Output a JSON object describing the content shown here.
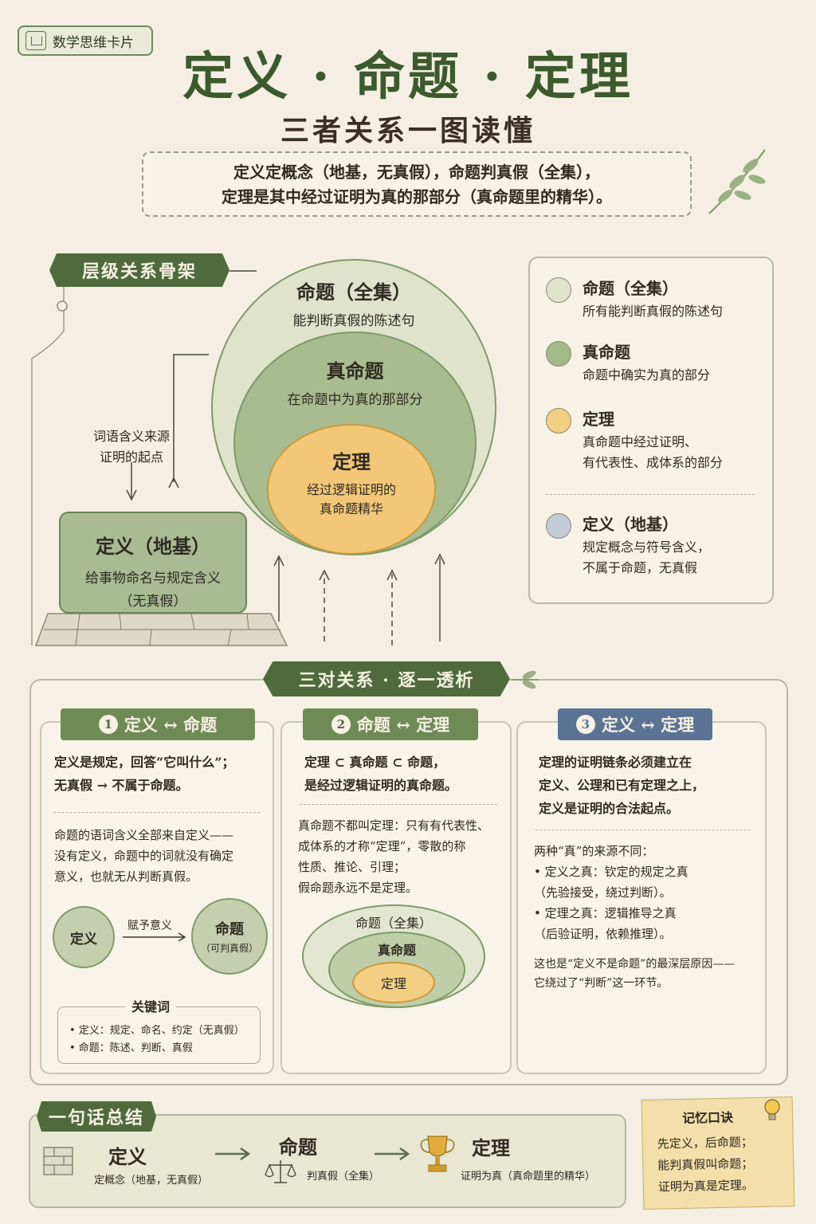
{
  "header": {
    "tag": "数学思维卡片",
    "title": "定义 · 命题 · 定理",
    "subtitle": "三者关系一图读懂",
    "summary_line1": "定义定概念（地基，无真假），命题判真假（全集），",
    "summary_line2": "定理是其中经过证明为真的那部分（真命题里的精华）。"
  },
  "hierarchy": {
    "banner": "层级关系骨架",
    "outer_title": "命题（全集）",
    "outer_desc": "能判断真假的陈述句",
    "middle_title": "真命题",
    "middle_desc": "在命题中为真的那部分",
    "inner_title": "定理",
    "inner_desc_1": "经过逻辑证明的",
    "inner_desc_2": "真命题精华",
    "side_note_1": "词语含义来源",
    "side_note_2": "证明的起点",
    "def_title": "定义（地基）",
    "def_desc": "给事物命名与规定含义",
    "def_note": "（无真假）"
  },
  "legend": [
    {
      "title": "命题（全集）",
      "desc1": "所有能判断真假的陈述句",
      "desc2": "",
      "color": "#dfe3cc"
    },
    {
      "title": "真命题",
      "desc1": "命题中确实为真的部分",
      "desc2": "",
      "color": "#a3b98a"
    },
    {
      "title": "定理",
      "desc1": "真命题中经过证明、",
      "desc2": "有代表性、成体系的部分",
      "color": "#f3cf83"
    },
    {
      "title": "定义（地基）",
      "desc1": "规定概念与符号含义，",
      "desc2": "不属于命题，无真假",
      "color": "#c4cbd6"
    }
  ],
  "relations": {
    "banner": "三对关系 · 逐一透析",
    "panel1": {
      "num": "1",
      "head": "定义 ↔ 命题",
      "bold1": "定义是规定，回答“它叫什么”；",
      "bold2": "无真假 → 不属于命题。",
      "text1": "命题的语词含义全部来自定义——",
      "text2": "没有定义，命题中的词就没有确定",
      "text3": "意义，也就无从判断真假。",
      "circle_left": "定义",
      "arrow_label": "赋予意义",
      "circle_right": "命题",
      "circle_right_note": "（可判真假）",
      "kw_title": "关键词",
      "kw1": "• 定义：规定、命名、约定（无真假）",
      "kw2": "• 命题：陈述、判断、真假"
    },
    "panel2": {
      "num": "2",
      "head": "命题 ↔ 定理",
      "bold1": "定理 ⊂ 真命题 ⊂ 命题，",
      "bold2": "是经过逻辑证明的真命题。",
      "text1": "真命题不都叫定理：只有有代表性、",
      "text2": "成体系的才称“定理”，零散的称",
      "text3": "性质、推论、引理；",
      "text4": "假命题永远不是定理。",
      "e_outer": "命题（全集）",
      "e_middle": "真命题",
      "e_inner": "定理"
    },
    "panel3": {
      "num": "3",
      "head": "定义 ↔ 定理",
      "bold1": "定理的证明链条必须建立在",
      "bold2": "定义、公理和已有定理之上，",
      "bold3": "定义是证明的合法起点。",
      "text1": "两种“真”的来源不同：",
      "text2": "• 定义之真：钦定的规定之真",
      "text3": "（先验接受，绕过判断）。",
      "text4": "• 定理之真：逻辑推导之真",
      "text5": "（后验证明，依赖推理）。",
      "text6": "这也是“定义不是命题”的最深层原因——",
      "text7": "它绕过了“判断”这一环节。"
    }
  },
  "bottom": {
    "banner": "一句话总结",
    "item1_title": "定义",
    "item1_desc": "定概念（地基，无真假）",
    "item2_title": "命题",
    "item2_desc": "判真假（全集）",
    "item3_title": "定理",
    "item3_desc": "证明为真（真命题里的精华）",
    "memo_title": "记忆口诀",
    "memo1": "先定义，后命题；",
    "memo2": "能判真假叫命题；",
    "memo3": "证明为真是定理。"
  },
  "colors": {
    "green_dark": "#4f6b3e",
    "green_mid": "#a3b98a",
    "green_light": "#dfe3cc",
    "theorem_yellow": "#f3cf83",
    "definition_blue": "#c4cbd6",
    "panel3_blue": "#5a7394"
  }
}
